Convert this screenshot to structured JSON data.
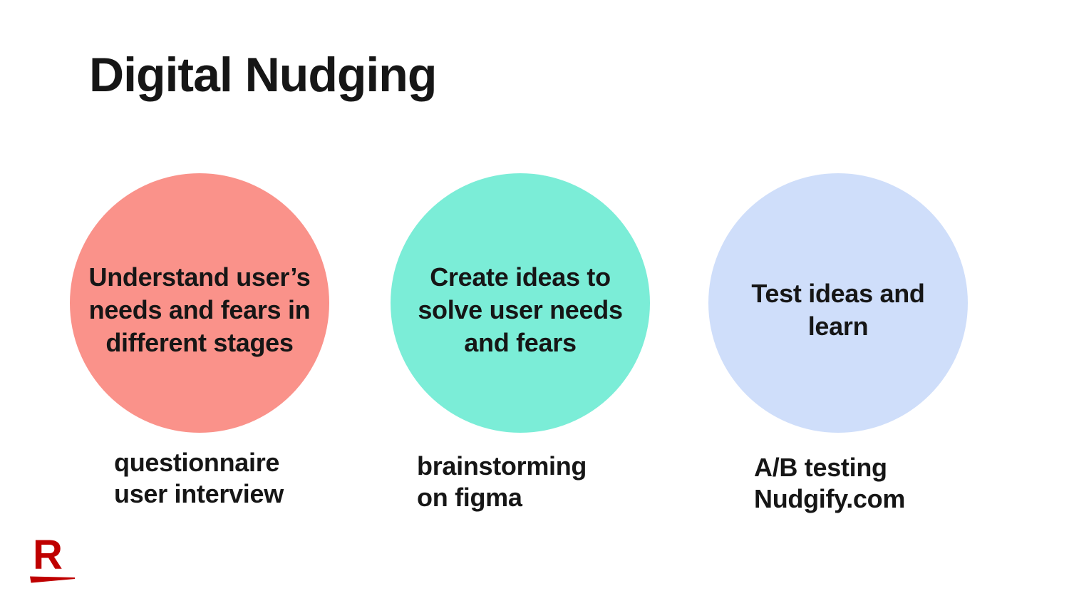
{
  "title": "Digital Nudging",
  "colors": {
    "background": "#FFFFFF",
    "text": "#161616",
    "circle_understand": "#FA928A",
    "circle_create": "#7BEDD7",
    "circle_test": "#CFDEFA",
    "logo_red": "#BF0000"
  },
  "stages": [
    {
      "name": "understand",
      "circle_color": "#FA928A",
      "circle_lines": [
        "Understand user’s",
        "needs and fears in",
        "different stages"
      ],
      "label_lines": [
        "questionnaire",
        "user interview"
      ]
    },
    {
      "name": "create",
      "circle_color": "#7BEDD7",
      "circle_lines": [
        "Create ideas to",
        "solve user needs",
        "and fears"
      ],
      "label_lines": [
        "brainstorming",
        "on figma"
      ]
    },
    {
      "name": "test",
      "circle_color": "#CFDEFA",
      "circle_lines": [
        "Test ideas and",
        "learn"
      ],
      "label_lines": [
        "A/B testing",
        "Nudgify.com"
      ]
    }
  ],
  "logo": {
    "letter": "R",
    "color": "#BF0000"
  }
}
